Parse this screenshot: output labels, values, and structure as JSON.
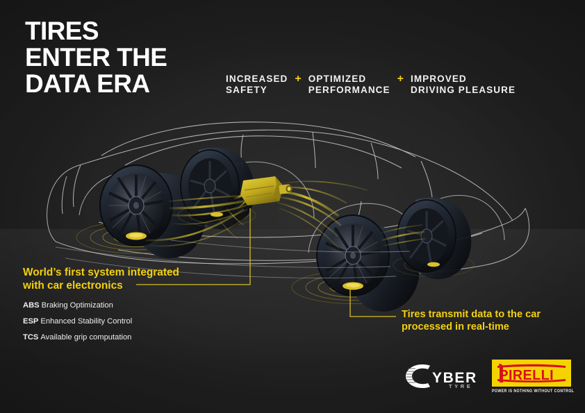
{
  "theme": {
    "background": "#232323",
    "accent_yellow": "#f3d011",
    "text_white": "#ffffff",
    "pirelli_yellow": "#f4d400",
    "pirelli_red": "#d8101a"
  },
  "header": {
    "title": "TIRES\nENTER THE\nDATA ERA",
    "benefits": [
      {
        "label": "INCREASED\nSAFETY"
      },
      {
        "label": "OPTIMIZED\nPERFORMANCE"
      },
      {
        "label": "IMPROVED\nDRIVING PLEASURE"
      }
    ],
    "separator": "+"
  },
  "callouts": {
    "left": {
      "headline": "World’s first system integrated\nwith car electronics",
      "specs": [
        {
          "abbr": "ABS",
          "desc": "Braking Optimization"
        },
        {
          "abbr": "ESP",
          "desc": "Enhanced Stability Control"
        },
        {
          "abbr": "TCS",
          "desc": "Available grip computation"
        }
      ]
    },
    "right": {
      "headline": "Tires transmit data to the car\nprocessed in real-time"
    }
  },
  "logos": {
    "cyber": {
      "word": "YBER",
      "sub": "TYRE"
    },
    "pirelli": {
      "word": "PIRELLI",
      "tagline": "POWER IS NOTHING WITHOUT CONTROL"
    }
  }
}
